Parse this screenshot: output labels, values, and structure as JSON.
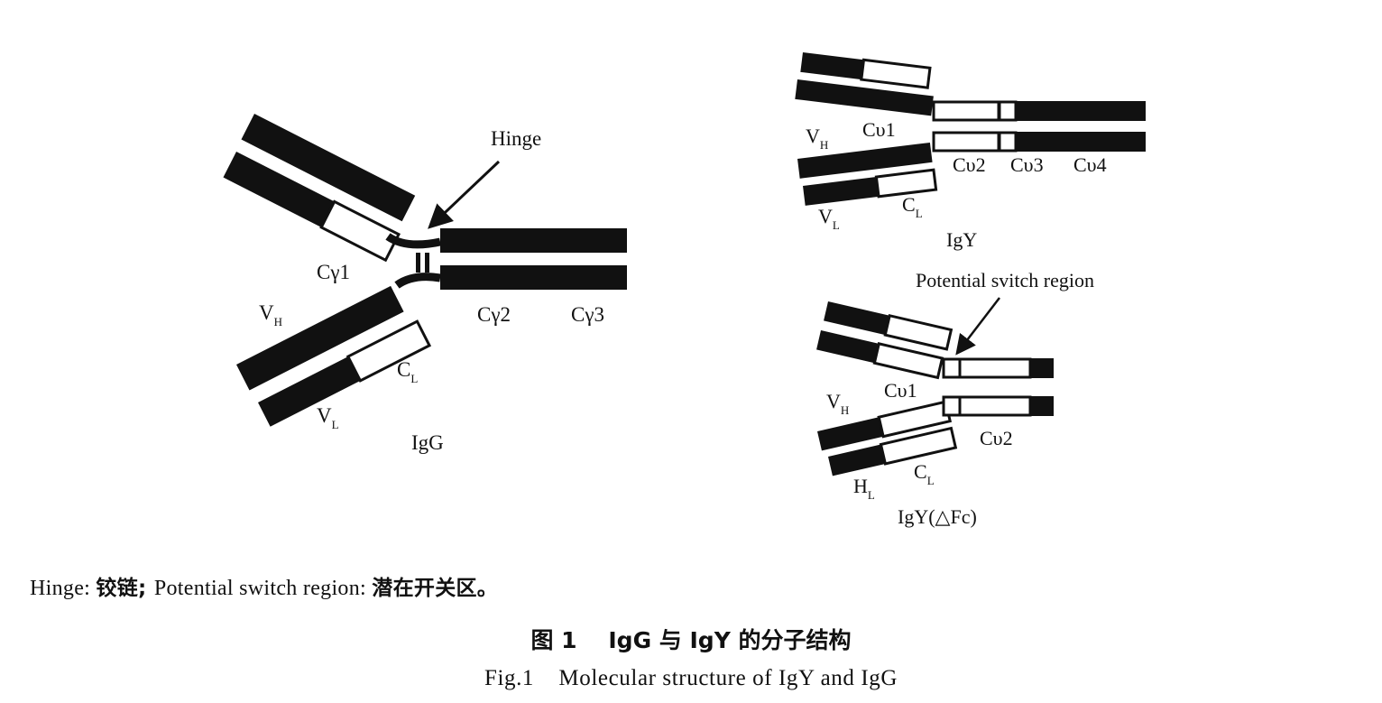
{
  "igg": {
    "hinge": "Hinge",
    "cg1": "Cγ1",
    "cg2": "Cγ2",
    "cg3": "Cγ3",
    "vh_main": "V",
    "vh_sub": "H",
    "vl_main": "V",
    "vl_sub": "L",
    "cl_main": "C",
    "cl_sub": "L",
    "name": "IgG"
  },
  "igy": {
    "vh_main": "V",
    "vh_sub": "H",
    "cv1": "Cυ1",
    "cv2": "Cυ2",
    "cv3": "Cυ3",
    "cv4": "Cυ4",
    "vl_main": "V",
    "vl_sub": "L",
    "cl_main": "C",
    "cl_sub": "L",
    "name": "IgY"
  },
  "igy_dfc": {
    "switch": "Potential svitch region",
    "vh_main": "V",
    "vh_sub": "H",
    "cv1": "Cυ1",
    "cv2": "Cυ2",
    "hl_main": "H",
    "hl_sub": "L",
    "cl_main": "C",
    "cl_sub": "L",
    "name": "IgY(△Fc)"
  },
  "note": {
    "t1": "Hinge: ",
    "t2": "铰链; ",
    "t3": "Potential switch region: ",
    "t4": "潜在开关区。"
  },
  "caption": {
    "cn": "图 1    IgG 与 IgY 的分子结构",
    "en": "Fig.1    Molecular structure of IgY and IgG"
  }
}
